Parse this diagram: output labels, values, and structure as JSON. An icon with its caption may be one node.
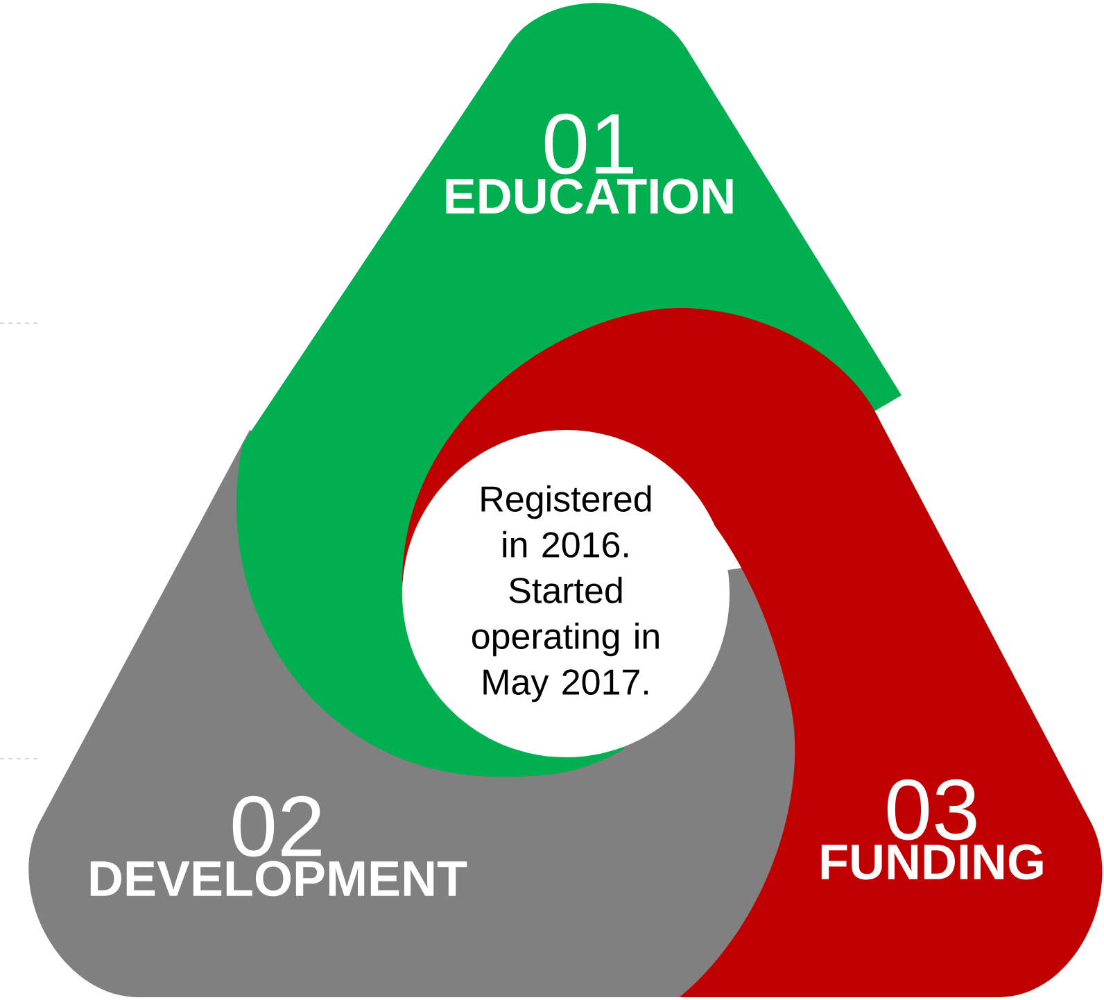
{
  "diagram": {
    "nodes": [
      {
        "text": [
          "01",
          "EDUCATION"
        ]
      },
      {
        "text": [
          "02",
          "DEVELOPMENT"
        ]
      },
      {
        "text": [
          "03",
          "FUNDING"
        ]
      },
      {
        "text": [
          "Registered in 2016. Started operating in May 2017."
        ]
      }
    ]
  }
}
